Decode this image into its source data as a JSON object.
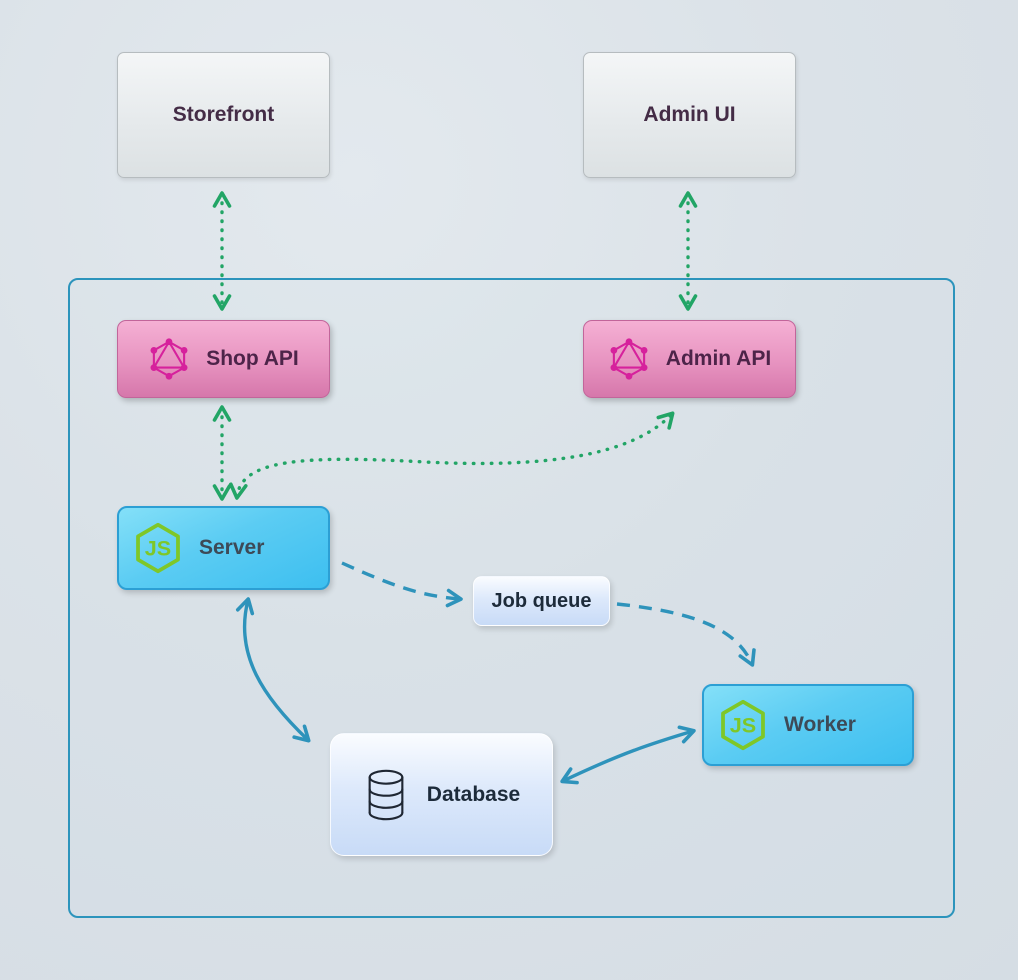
{
  "diagram": {
    "nodes": {
      "storefront": {
        "label": "Storefront"
      },
      "admin_ui": {
        "label": "Admin UI"
      },
      "shop_api": {
        "label": "Shop API",
        "icon": "graphql-icon"
      },
      "admin_api": {
        "label": "Admin API",
        "icon": "graphql-icon"
      },
      "server": {
        "label": "Server",
        "icon": "nodejs-icon"
      },
      "job_queue": {
        "label": "Job queue"
      },
      "worker": {
        "label": "Worker",
        "icon": "nodejs-icon"
      },
      "database": {
        "label": "Database",
        "icon": "database-icon"
      }
    },
    "edges": [
      {
        "from": "Storefront",
        "to": "Shop API",
        "style": "dotted",
        "color": "green",
        "bidirectional": true
      },
      {
        "from": "Admin UI",
        "to": "Admin API",
        "style": "dotted",
        "color": "green",
        "bidirectional": true
      },
      {
        "from": "Shop API",
        "to": "Server",
        "style": "dotted",
        "color": "green",
        "bidirectional": true
      },
      {
        "from": "Server",
        "to": "Admin API",
        "style": "dotted",
        "color": "green",
        "bidirectional": true
      },
      {
        "from": "Server",
        "to": "Job queue",
        "style": "dashed",
        "color": "blue",
        "bidirectional": false
      },
      {
        "from": "Job queue",
        "to": "Worker",
        "style": "dashed",
        "color": "blue",
        "bidirectional": false
      },
      {
        "from": "Server",
        "to": "Database",
        "style": "solid",
        "color": "blue",
        "bidirectional": true
      },
      {
        "from": "Database",
        "to": "Worker",
        "style": "solid",
        "color": "blue",
        "bidirectional": true
      }
    ],
    "colors": {
      "green_arrow": "#22a566",
      "blue_arrow": "#2e93bb",
      "pink_node_top": "#f5b0d4",
      "pink_node_bottom": "#d677ab",
      "cyan_node_top": "#84e0f8",
      "cyan_node_bottom": "#3dbff0",
      "container_border": "#2c94bc",
      "graphql_icon": "#d6219c",
      "nodejs_icon": "#7fc728",
      "client_text": "#442c46",
      "server_text": "#3d4a57",
      "dark_text": "#1d2b3a"
    }
  }
}
